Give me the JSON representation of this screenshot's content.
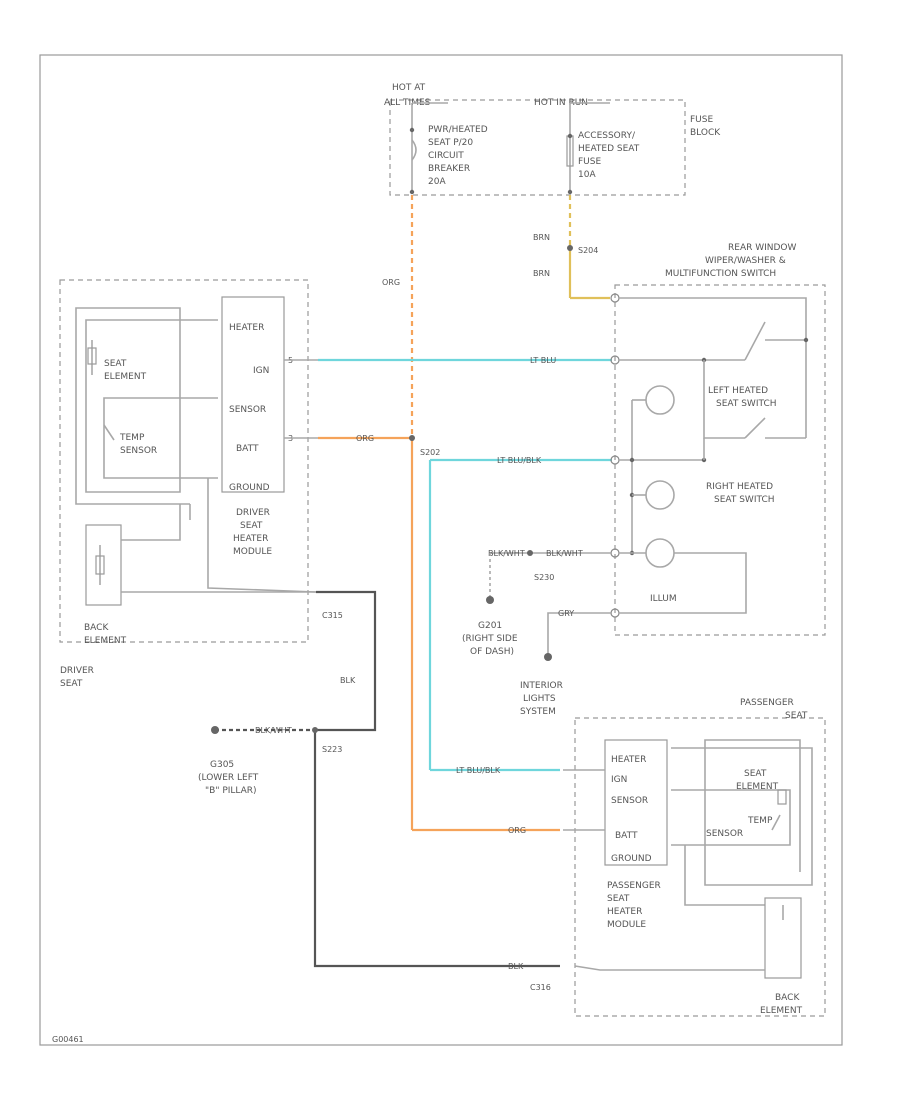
{
  "fuse_block": {
    "hot_at": "HOT AT",
    "all_times": "ALL TIMES",
    "hot_in_run": "HOT IN RUN",
    "breaker_label": [
      "PWR/HEATED",
      "SEAT P/20",
      "CIRCUIT",
      "BREAKER",
      "20A"
    ],
    "fuse_label": [
      "ACCESSORY/",
      "HEATED SEAT",
      "FUSE",
      "10A"
    ],
    "block_label": [
      "FUSE",
      "BLOCK"
    ]
  },
  "wires": {
    "org": "ORG",
    "brn": "BRN",
    "lt_blu": "LT BLU",
    "lt_blu_blk": "LT BLU/BLK",
    "blk": "BLK",
    "blk_wht": "BLK/WHT",
    "gry": "GRY"
  },
  "splices": {
    "s204": "S204",
    "s202": "S202",
    "s230": "S230",
    "s223": "S223"
  },
  "connectors": {
    "c315": "C315",
    "c316": "C316"
  },
  "grounds": {
    "g201": [
      "G201",
      "(RIGHT SIDE",
      "OF DASH)"
    ],
    "g305": [
      "G305",
      "(LOWER LEFT",
      "\"B\" PILLAR)"
    ]
  },
  "rear_switch": {
    "title": [
      "REAR WINDOW",
      "WIPER/WASHER &",
      "MULTIFUNCTION SWITCH"
    ],
    "left_switch": [
      "LEFT HEATED",
      "SEAT SWITCH"
    ],
    "right_switch": [
      "RIGHT HEATED",
      "SEAT SWITCH"
    ],
    "illum": "ILLUM"
  },
  "interior_lights": [
    "INTERIOR",
    "LIGHTS",
    "SYSTEM"
  ],
  "driver": {
    "seat_element": [
      "SEAT",
      "ELEMENT"
    ],
    "temp_sensor": [
      "TEMP",
      "SENSOR"
    ],
    "back_element": [
      "BACK",
      "ELEMENT"
    ],
    "seat_label": [
      "DRIVER",
      "SEAT"
    ],
    "module_pins": [
      "HEATER",
      "IGN",
      "SENSOR",
      "BATT",
      "GROUND"
    ],
    "module_label": [
      "DRIVER",
      "SEAT",
      "HEATER",
      "MODULE"
    ],
    "pin_a": "5",
    "pin_b": "3"
  },
  "passenger": {
    "seat_label": [
      "PASSENGER",
      "SEAT"
    ],
    "module_pins": [
      "HEATER",
      "IGN",
      "SENSOR",
      "BATT",
      "GROUND"
    ],
    "module_label": [
      "PASSENGER",
      "SEAT",
      "HEATER",
      "MODULE"
    ],
    "seat_element": [
      "SEAT",
      "ELEMENT"
    ],
    "temp_sensor": [
      "TEMP",
      "SENSOR"
    ],
    "back_element": [
      "BACK",
      "ELEMENT"
    ]
  },
  "footer_code": "G00461"
}
